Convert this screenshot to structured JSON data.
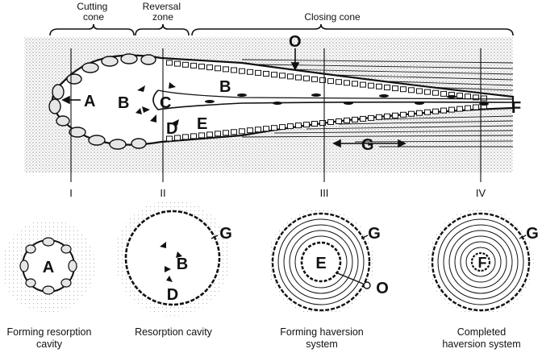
{
  "zones": {
    "cutting_cone": "Cutting\ncone",
    "reversal_zone": "Reversal\nzone",
    "closing_cone": "Closing cone"
  },
  "markers": [
    "I",
    "II",
    "III",
    "IV"
  ],
  "letters": {
    "a": "A",
    "b": "B",
    "c": "C",
    "d": "D",
    "e": "E",
    "f": "F",
    "g": "G",
    "o": "O"
  },
  "cross_sections": [
    {
      "caption": "Forming resorption\ncavity",
      "letters": [
        "A"
      ]
    },
    {
      "caption": "Resorption cavity",
      "letters": [
        "B",
        "D",
        "G"
      ]
    },
    {
      "caption": "Forming haversion\nsystem",
      "letters": [
        "E",
        "G",
        "O"
      ]
    },
    {
      "caption": "Completed\nhaversion system",
      "letters": [
        "F",
        "G"
      ]
    }
  ]
}
